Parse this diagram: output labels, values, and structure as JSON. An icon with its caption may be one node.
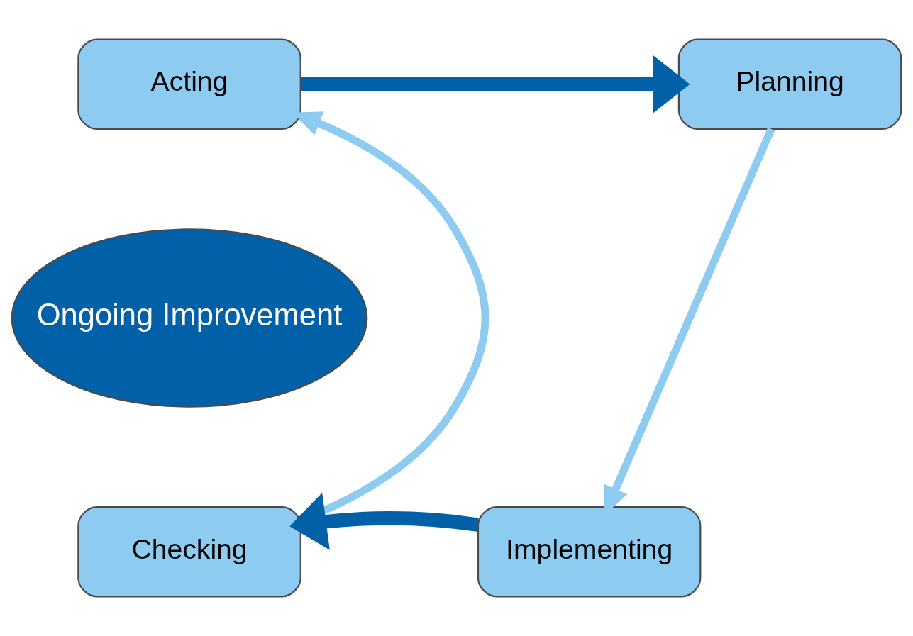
{
  "diagram": {
    "nodes": [
      {
        "text": [
          "Acting"
        ]
      },
      {
        "text": [
          "Planning"
        ]
      },
      {
        "text": [
          "Ongoing Improvement"
        ]
      },
      {
        "text": [
          "Checking"
        ]
      },
      {
        "text": [
          "Implementing"
        ]
      }
    ],
    "edges": [
      {
        "from": 0,
        "to": 1,
        "arrow": "to",
        "style": "thick",
        "color": "#0060a8"
      },
      {
        "from": 1,
        "to": 4,
        "arrow": "to",
        "color": "#8ecbf0"
      },
      {
        "from": 4,
        "to": 3,
        "arrow": "to",
        "style": "thick",
        "color": "#0060a8"
      },
      {
        "from": 3,
        "to": 0,
        "arrow": "to",
        "color": "#8ecbf0"
      }
    ]
  }
}
